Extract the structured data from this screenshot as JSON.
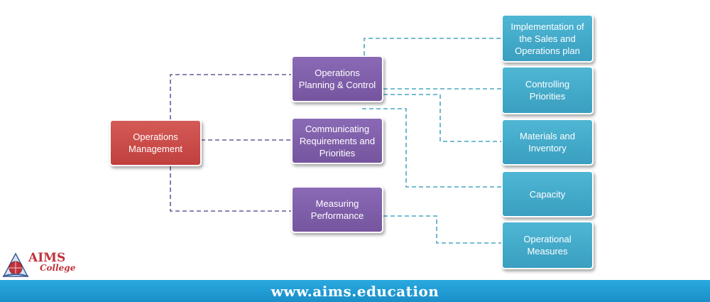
{
  "diagram": {
    "root": "Operations\nManagement",
    "level2": [
      "Operations\nPlanning & Control",
      "Communicating\nRequirements and\nPriorities",
      "Measuring\nPerformance"
    ],
    "level3": [
      "Implementation of\nthe Sales and\nOperations plan",
      "Controlling\nPriorities",
      "Materials and\nInventory",
      "Capacity",
      "Operational\nMeasures"
    ]
  },
  "colors": {
    "root": "#c84b48",
    "level2": "#7e5ea9",
    "level3": "#45abcb",
    "purple_connector": "#6a5a9a",
    "blue_connector": "#4aa6c4",
    "footer": "#1f9ad4"
  },
  "logo": {
    "word": "AIMS",
    "sub": "College"
  },
  "footer": {
    "url": "www.aims.education"
  }
}
